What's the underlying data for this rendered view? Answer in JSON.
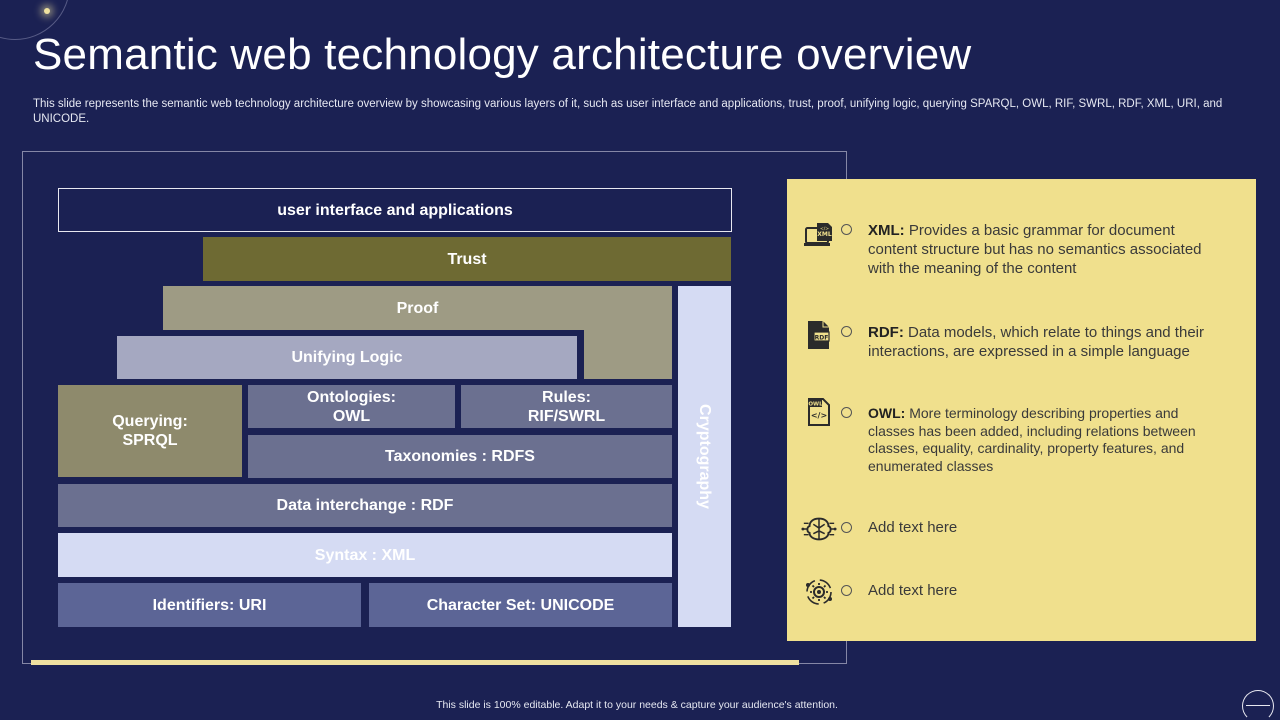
{
  "slide": {
    "title": "Semantic web technology architecture overview",
    "subtitle": "This slide represents the semantic web technology architecture overview by showcasing various layers of it, such as user interface and applications, trust, proof, unifying logic, querying SPARQL,  OWL, RIF, SWRL, RDF, XML, URI, and UNICODE.",
    "footer": "This slide is 100% editable.  Adapt it to your needs & capture your audience's attention."
  },
  "diagram": {
    "user_interface": "user interface and applications",
    "trust": "Trust",
    "proof": "Proof",
    "unifying_logic": "Unifying Logic",
    "querying_line1": "Querying:",
    "querying_line2": "SPRQL",
    "ontologies_line1": "Ontologies:",
    "ontologies_line2": "OWL",
    "rules_line1": "Rules:",
    "rules_line2": "RIF/SWRL",
    "taxonomies": "Taxonomies : RDFS",
    "data_interchange": "Data interchange : RDF",
    "syntax": "Syntax : XML",
    "identifiers": "Identifiers: URI",
    "character_set": "Character Set: UNICODE",
    "cryptography": "Cryptography"
  },
  "colors": {
    "background": "#1b2153",
    "trust": "#6e6a33",
    "proof": "#9e9b84",
    "unifying_logic": "#a5a8c1",
    "querying": "#8e8a6c",
    "mid_layers": "#6b7090",
    "syntax": "#d5dbf3",
    "base_layers": "#5c6596",
    "panel": "#f0e08d"
  },
  "info": [
    {
      "icon": "xml-file-icon",
      "term": "XML:",
      "text": " Provides a basic grammar for document content structure but has no semantics associated with the meaning of the content"
    },
    {
      "icon": "rdf-file-icon",
      "term": "RDF:",
      "text": " Data models, which relate to things and their interactions, are expressed in a simple language"
    },
    {
      "icon": "owl-file-icon",
      "term": "OWL:",
      "text": " More terminology describing properties and classes has been added, including relations between classes, equality, cardinality, property features, and enumerated classes"
    },
    {
      "icon": "brain-circuit-icon",
      "term": "",
      "text": "Add text here"
    },
    {
      "icon": "cycle-gear-icon",
      "term": "",
      "text": "Add text here"
    }
  ]
}
